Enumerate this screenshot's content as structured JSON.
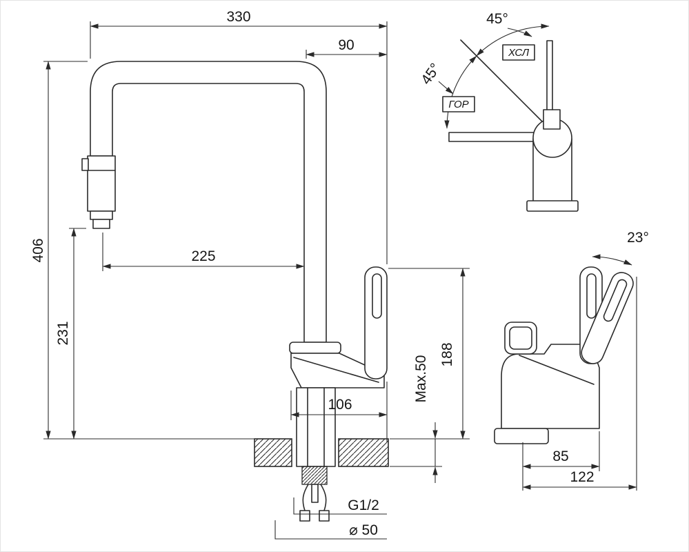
{
  "drawing": {
    "background": "#ffffff",
    "line_color": "#2a2a2a"
  },
  "main_view": {
    "dims": {
      "total_width": "330",
      "spout_offset": "90",
      "total_height": "406",
      "spray_height": "231",
      "spout_reach": "225",
      "base_width": "106",
      "deck_thickness": "Max.50",
      "handle_height": "188",
      "thread": "G1/2",
      "hole_diameter": "⌀ 50"
    }
  },
  "top_view": {
    "swing_upper": "45°",
    "swing_lower": "45°",
    "cold_label": "ХСЛ",
    "hot_label": "ГОР"
  },
  "side_view": {
    "tilt_angle": "23°",
    "handle_offset": "85",
    "total_depth": "122"
  }
}
